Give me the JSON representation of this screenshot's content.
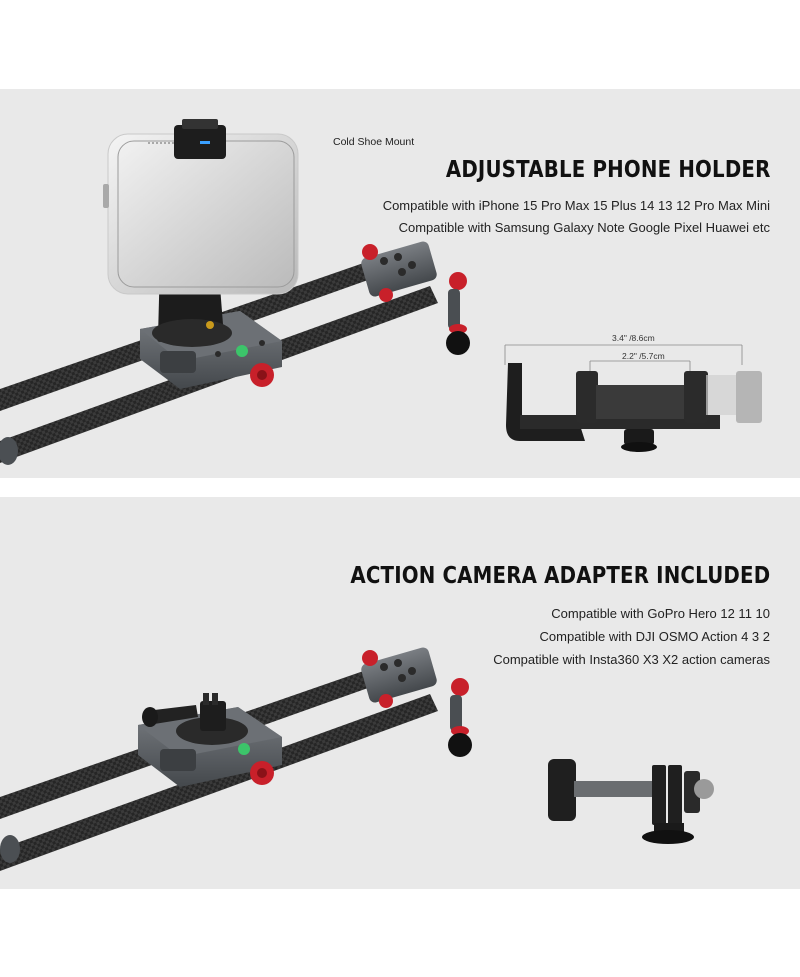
{
  "sections": [
    {
      "heading": "ADJUSTABLE PHONE HOLDER",
      "lines": [
        "Compatible with iPhone 15 Pro Max 15 Plus 14 13 12 Pro Max Mini",
        "Compatible with Samsung Galaxy Note Google Pixel Huawei etc"
      ],
      "callout": "Cold Shoe Mount",
      "dimension_outer": "3.4\" /8.6cm",
      "dimension_inner": "2.2\" /5.7cm"
    },
    {
      "heading": "ACTION CAMERA ADAPTER INCLUDED",
      "lines": [
        "Compatible with GoPro Hero 12 11 10",
        "Compatible with DJI OSMO Action 4 3 2",
        "Compatible with Insta360 X3 X2 action cameras"
      ]
    }
  ],
  "colors": {
    "panel_bg": "#e9e9e9",
    "accent_red": "#c8202a",
    "rail": "#1f1f1f",
    "metal": "#5a5e63",
    "level_green": "#3cc46a"
  },
  "icons": [
    "camera-slider-image",
    "phone-holder-image",
    "action-camera-adapter-image"
  ]
}
